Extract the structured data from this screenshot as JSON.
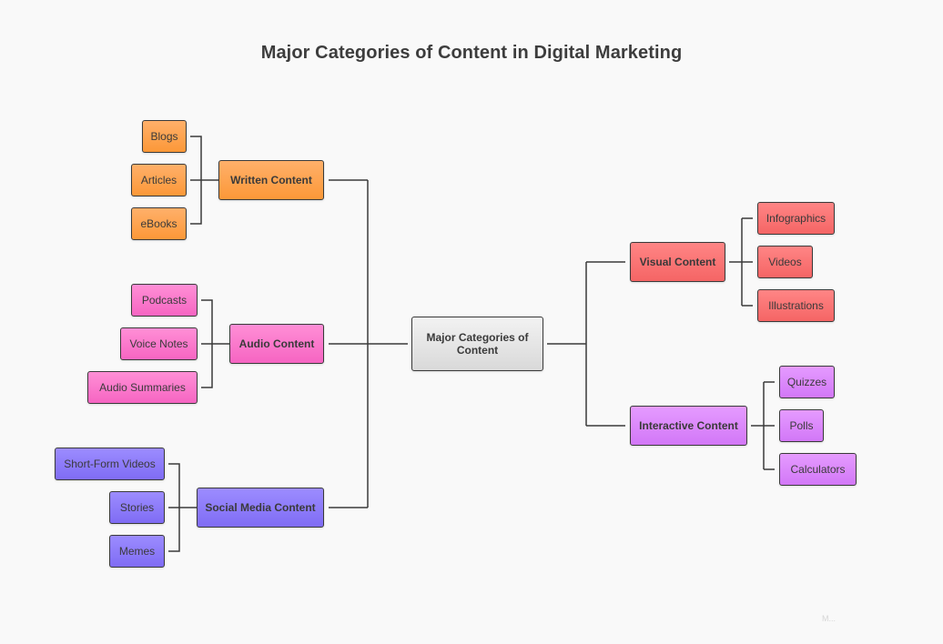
{
  "title": "Major Categories of Content in Digital Marketing",
  "root": "Major Categories of Content",
  "categories": {
    "written": {
      "label": "Written Content",
      "color": "#fc9838",
      "items": [
        "Blogs",
        "Articles",
        "eBooks"
      ]
    },
    "audio": {
      "label": "Audio Content",
      "color": "#f665c2",
      "items": [
        "Podcasts",
        "Voice Notes",
        "Audio Summaries"
      ]
    },
    "social": {
      "label": "Social Media Content",
      "color": "#7f6cf4",
      "items": [
        "Short-Form Videos",
        "Stories",
        "Memes"
      ]
    },
    "visual": {
      "label": "Visual Content",
      "color": "#f56565",
      "items": [
        "Infographics",
        "Videos",
        "Illustrations"
      ]
    },
    "interactive": {
      "label": "Interactive Content",
      "color": "#d277f7",
      "items": [
        "Quizzes",
        "Polls",
        "Calculators"
      ]
    }
  },
  "watermark": "M..."
}
